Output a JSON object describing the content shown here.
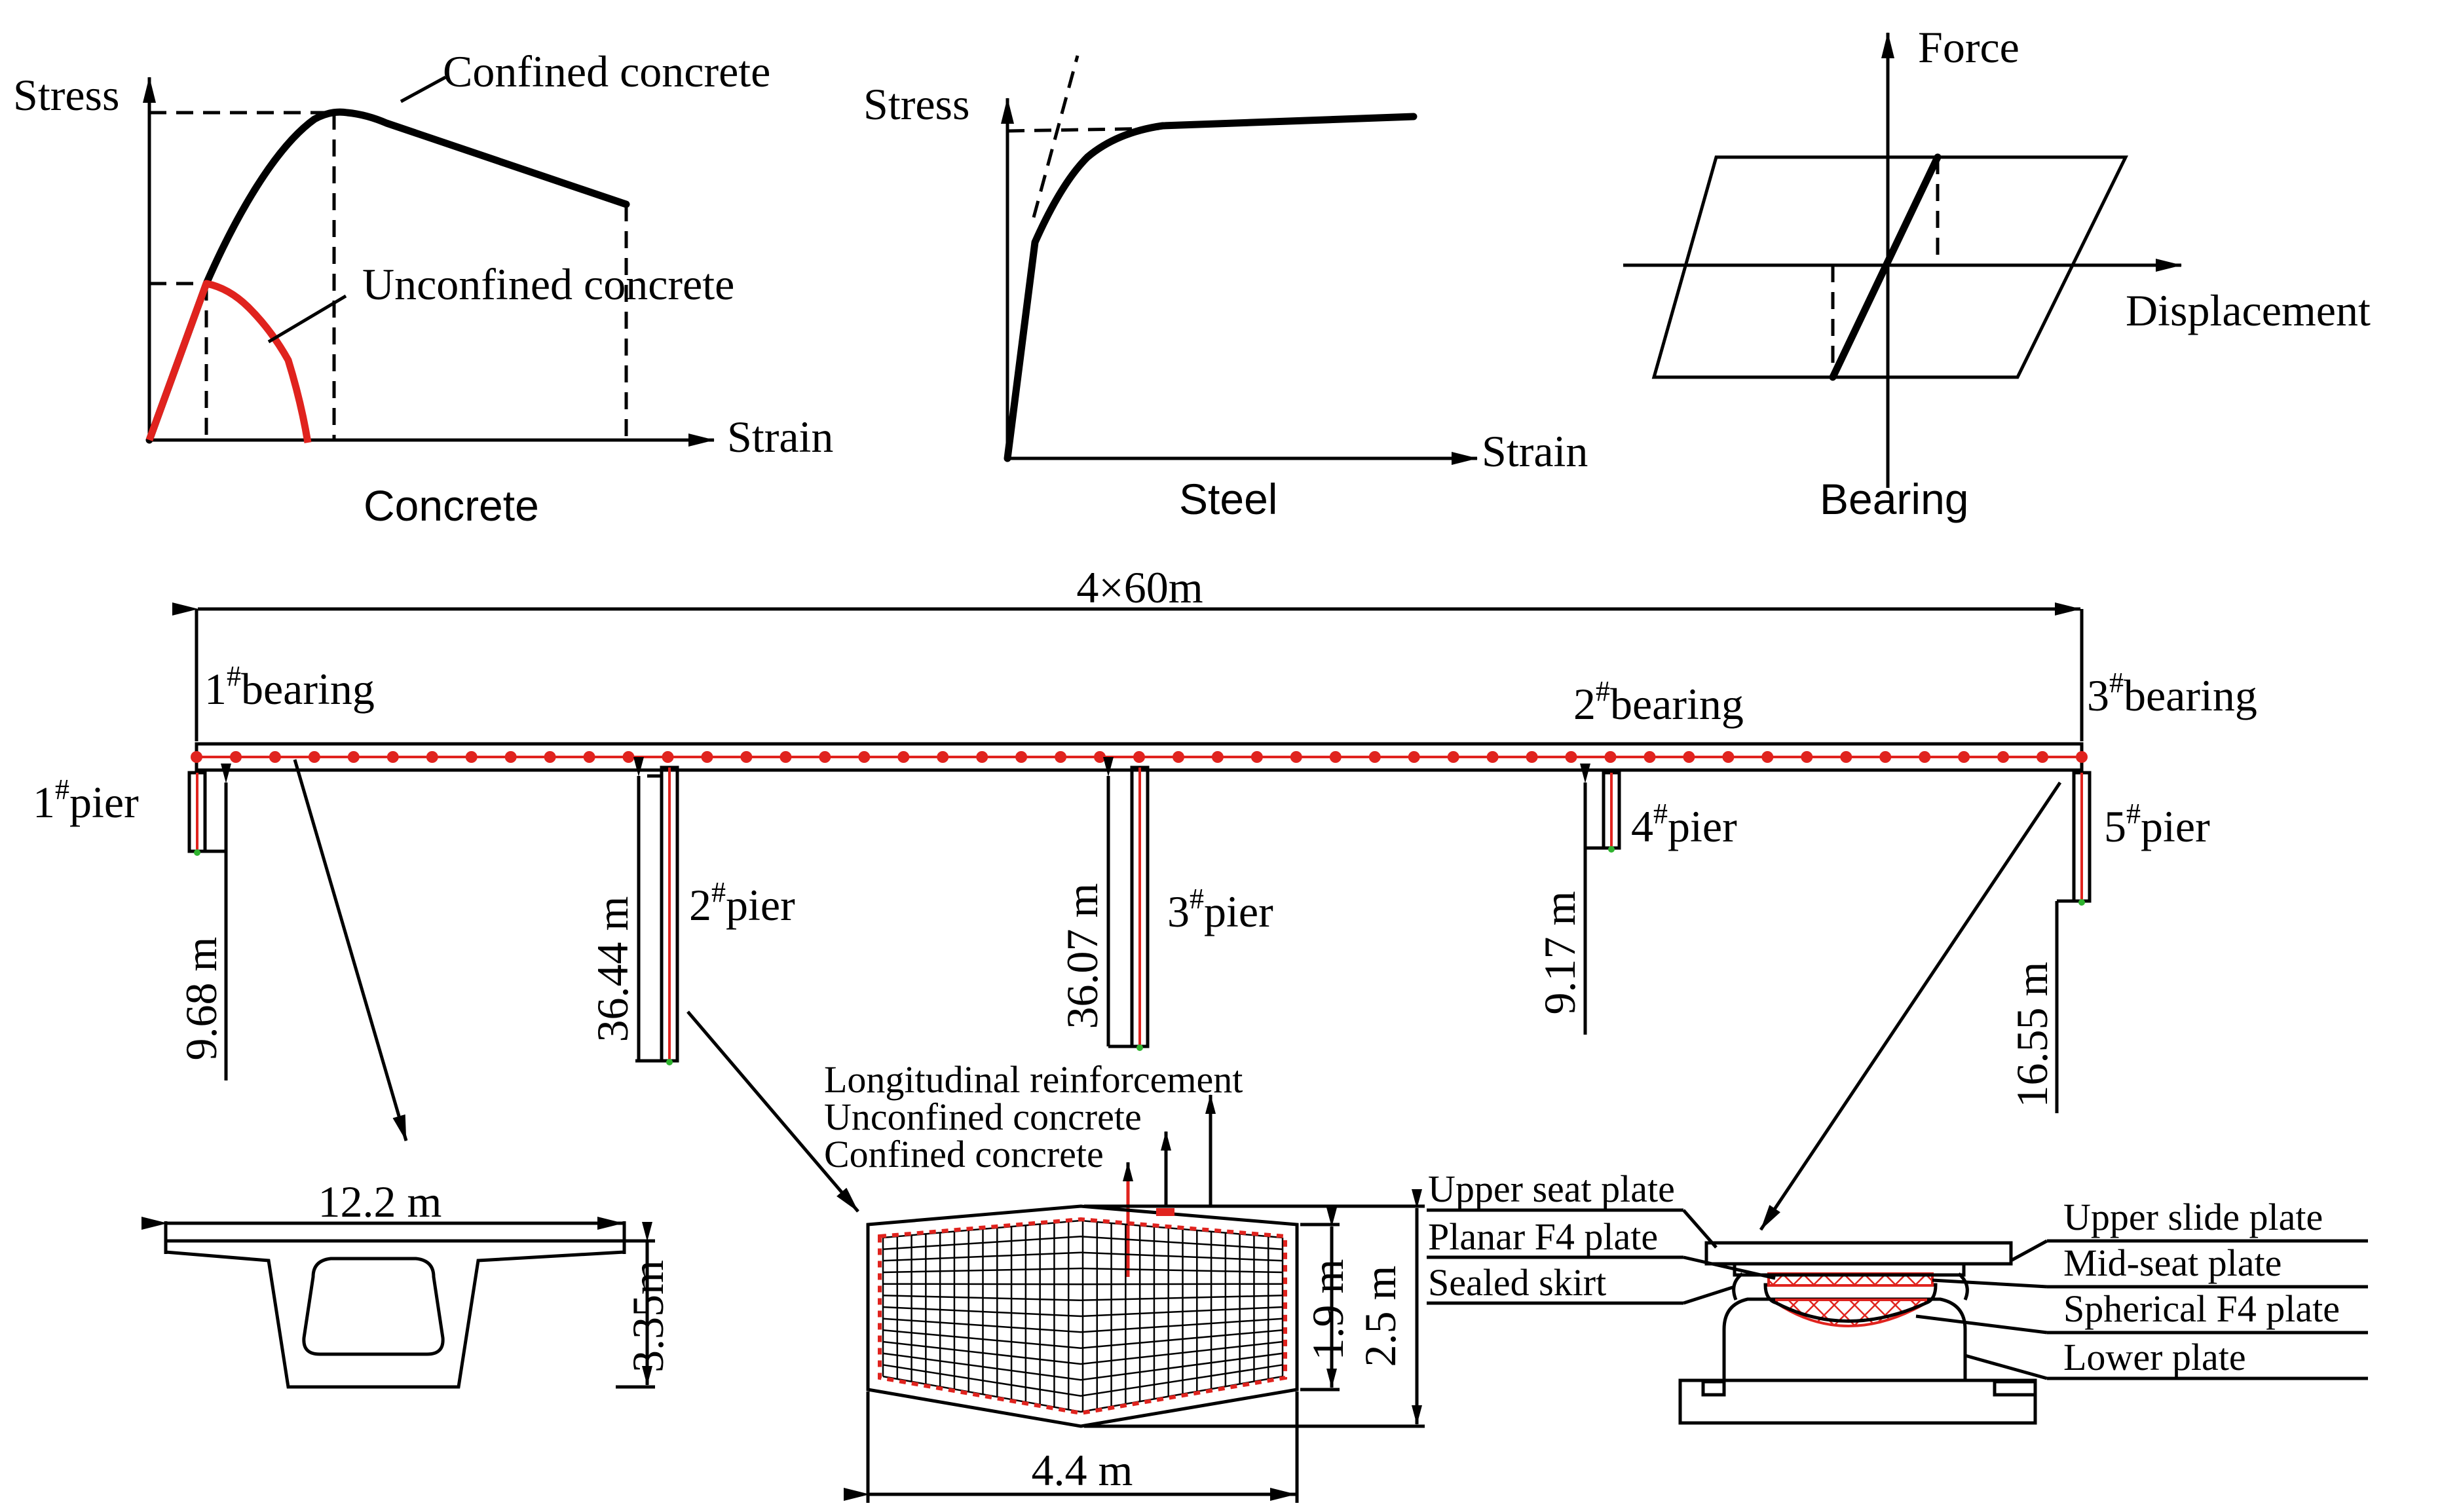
{
  "colors": {
    "ink": "#000000",
    "model": "#e0231e",
    "base_node": "#2fb32f",
    "background": "#ffffff"
  },
  "concrete": {
    "title": "Concrete",
    "ylabel": "Stress",
    "xlabel": "Strain",
    "confined_label": "Confined concrete",
    "unconfined_label": "Unconfined concrete"
  },
  "steel": {
    "title": "Steel",
    "ylabel": "Stress",
    "xlabel": "Strain"
  },
  "bearing_law": {
    "title": "Bearing",
    "ylabel": "Force",
    "xlabel": "Displacement"
  },
  "bridge": {
    "span_label": "4×60m",
    "bearings": [
      {
        "num": "1",
        "sup": "#",
        "text": "bearing"
      },
      {
        "num": "2",
        "sup": "#",
        "text": "bearing"
      },
      {
        "num": "3",
        "sup": "#",
        "text": "bearing"
      }
    ],
    "piers": [
      {
        "num": "1",
        "sup": "#",
        "text": "pier",
        "height": "9.68 m"
      },
      {
        "num": "2",
        "sup": "#",
        "text": "pier",
        "height": "36.44 m"
      },
      {
        "num": "3",
        "sup": "#",
        "text": "pier",
        "height": "36.07 m"
      },
      {
        "num": "4",
        "sup": "#",
        "text": "pier",
        "height": "9.17 m"
      },
      {
        "num": "5",
        "sup": "#",
        "text": "pier",
        "height": "16.55 m"
      }
    ]
  },
  "girder_section": {
    "width": "12.2 m",
    "height": "3.35m"
  },
  "pier_section": {
    "labels": [
      "Longitudinal reinforcement",
      "Unconfined concrete",
      "Confined concrete"
    ],
    "width": "4.4 m",
    "inner_height": "1.9 m",
    "outer_height": "2.5 m"
  },
  "bearing_detail": {
    "left_labels": [
      "Upper seat plate",
      "Planar F4 plate",
      "Sealed skirt"
    ],
    "right_labels": [
      "Upper slide plate",
      "Mid-seat plate",
      "Spherical F4 plate",
      "Lower plate"
    ]
  }
}
